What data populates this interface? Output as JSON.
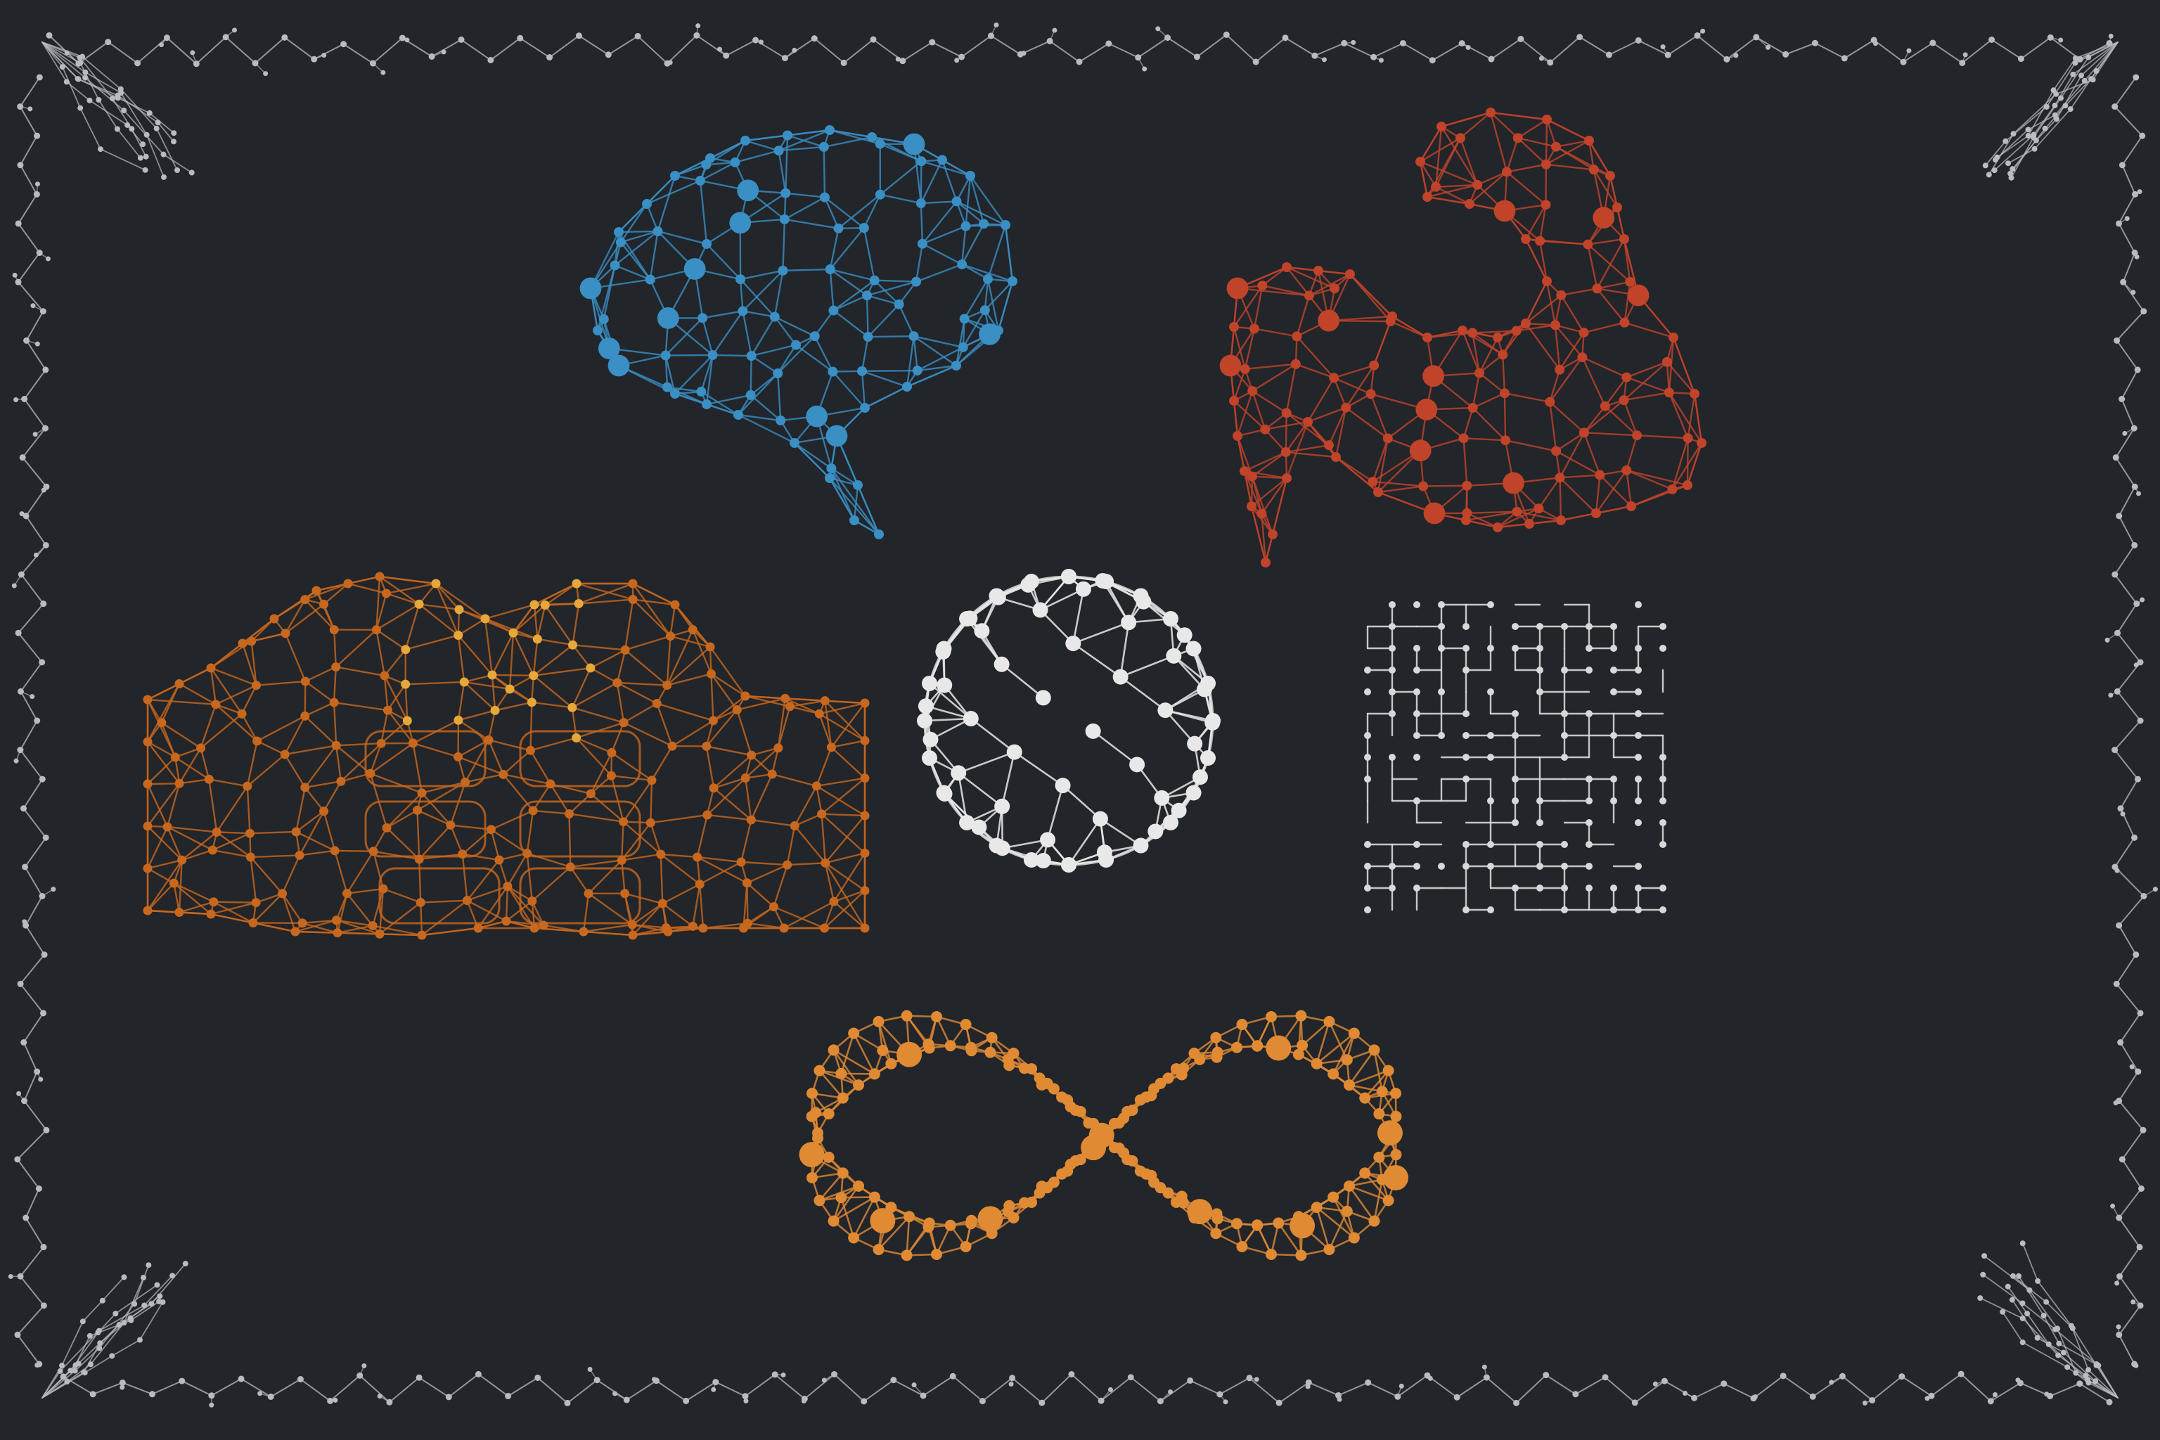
{
  "palette": {
    "background": "#22252a",
    "border": "#b8bcc0",
    "brain": "#3a8fc4",
    "arm": "#c0432a",
    "fists_stroke": "#c8681e",
    "fists_highlight": "#e6a83a",
    "sphere": "#e8e8e8",
    "circuit": "#d8d8d8",
    "infinity": "#e08a34"
  },
  "figures": [
    {
      "id": "brain",
      "icon": "network-brain-icon"
    },
    {
      "id": "arm",
      "icon": "network-flexed-arm-icon"
    },
    {
      "id": "fists",
      "icon": "network-fist-bump-icon"
    },
    {
      "id": "sphere",
      "icon": "geodesic-sphere-icon"
    },
    {
      "id": "circuit",
      "icon": "circuit-grid-icon"
    },
    {
      "id": "infinity",
      "icon": "network-infinity-icon"
    }
  ]
}
